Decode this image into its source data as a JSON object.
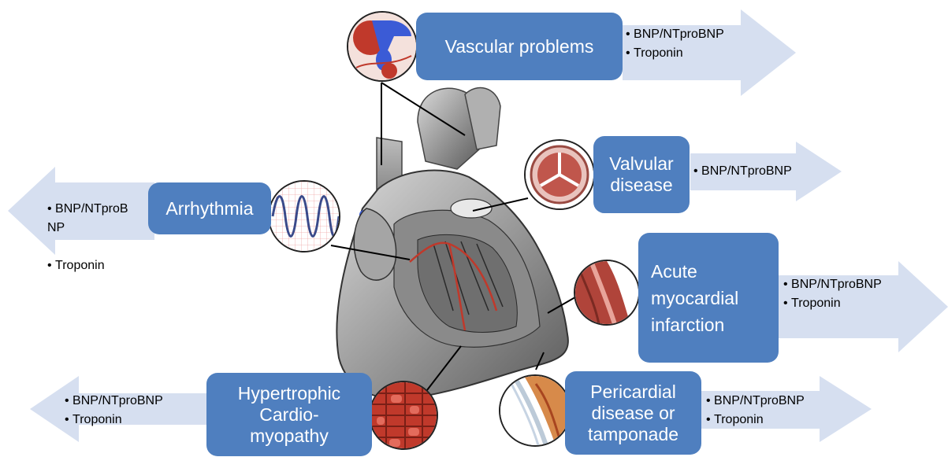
{
  "colors": {
    "box": "#4f7fbf",
    "arrow": "#d6dff0",
    "connector": "#000000",
    "vessel_red": "#c0392b",
    "vessel_blue": "#3b5bd6"
  },
  "heart_image": "heart-cross-section-illustration",
  "conditions": [
    {
      "id": "vascular",
      "label": "Vascular problems",
      "icon": "blood-vessel-icon",
      "markers": [
        "BNP/NTproBNP",
        "Troponin"
      ]
    },
    {
      "id": "valvular",
      "label": "Valvular\ndisease",
      "icon": "heart-valve-icon",
      "markers": [
        "BNP/NTproBNP"
      ]
    },
    {
      "id": "arrhythmia",
      "label": "Arrhythmia",
      "icon": "ecg-waveform-icon",
      "markers": [
        "BNP/NTproB\nNP",
        "Troponin"
      ]
    },
    {
      "id": "ami",
      "label": "Acute\nmyocardial\ninfarction",
      "icon": "myocardium-tissue-icon",
      "markers": [
        "BNP/NTproBNP",
        "Troponin"
      ]
    },
    {
      "id": "hcm",
      "label": "Hypertrophic\nCardio-\nmyopathy",
      "icon": "muscle-fiber-icon",
      "markers": [
        "BNP/NTproBNP",
        "Troponin"
      ]
    },
    {
      "id": "pericardial",
      "label": "Pericardial\ndisease or\ntamponade",
      "icon": "pericardium-icon",
      "markers": [
        "BNP/NTproBNP",
        "Troponin"
      ]
    }
  ]
}
